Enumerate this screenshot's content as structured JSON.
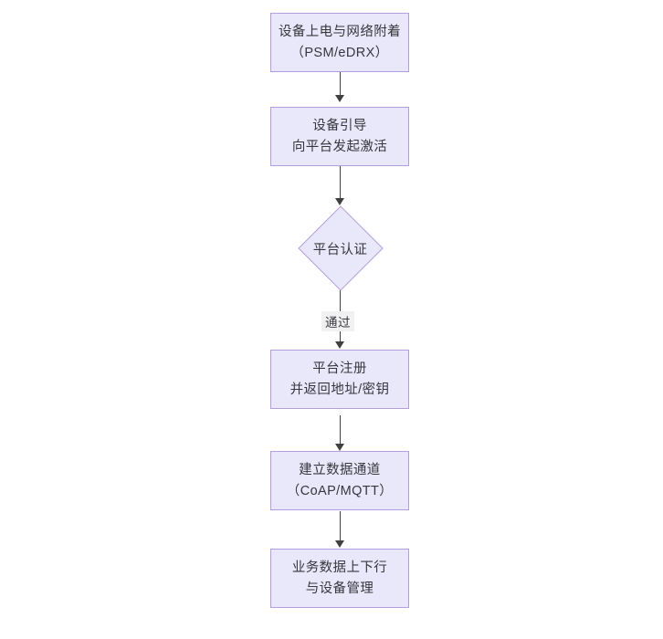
{
  "diagram": {
    "type": "flowchart",
    "orientation": "top-to-bottom",
    "background_color": "#ffffff",
    "node_fill_color": "#e9e8fb",
    "node_border_color": "#b39ddb",
    "text_color": "#37373d",
    "connector_color": "#404040",
    "edge_label_background": "#f1f1f1",
    "nodes": [
      {
        "id": "power-on",
        "shape": "rectangle",
        "lines": [
          "设备上电与网络附着",
          "（PSM/eDRX）"
        ]
      },
      {
        "id": "bootstrap",
        "shape": "rectangle",
        "lines": [
          "设备引导",
          "向平台发起激活"
        ]
      },
      {
        "id": "platform-auth",
        "shape": "diamond",
        "lines": [
          "平台认证"
        ]
      },
      {
        "id": "platform-register",
        "shape": "rectangle",
        "lines": [
          "平台注册",
          "并返回地址/密钥"
        ]
      },
      {
        "id": "data-channel",
        "shape": "rectangle",
        "lines": [
          "建立数据通道",
          "（CoAP/MQTT）"
        ]
      },
      {
        "id": "business-data",
        "shape": "rectangle",
        "lines": [
          "业务数据上下行",
          "与设备管理"
        ]
      }
    ],
    "edges": [
      {
        "id": "e1",
        "from": "power-on",
        "to": "bootstrap",
        "label": ""
      },
      {
        "id": "e2",
        "from": "bootstrap",
        "to": "platform-auth",
        "label": ""
      },
      {
        "id": "e3",
        "from": "platform-auth",
        "to": "platform-register",
        "label": "通过"
      },
      {
        "id": "e4",
        "from": "platform-register",
        "to": "data-channel",
        "label": ""
      },
      {
        "id": "e5",
        "from": "data-channel",
        "to": "business-data",
        "label": ""
      }
    ]
  }
}
